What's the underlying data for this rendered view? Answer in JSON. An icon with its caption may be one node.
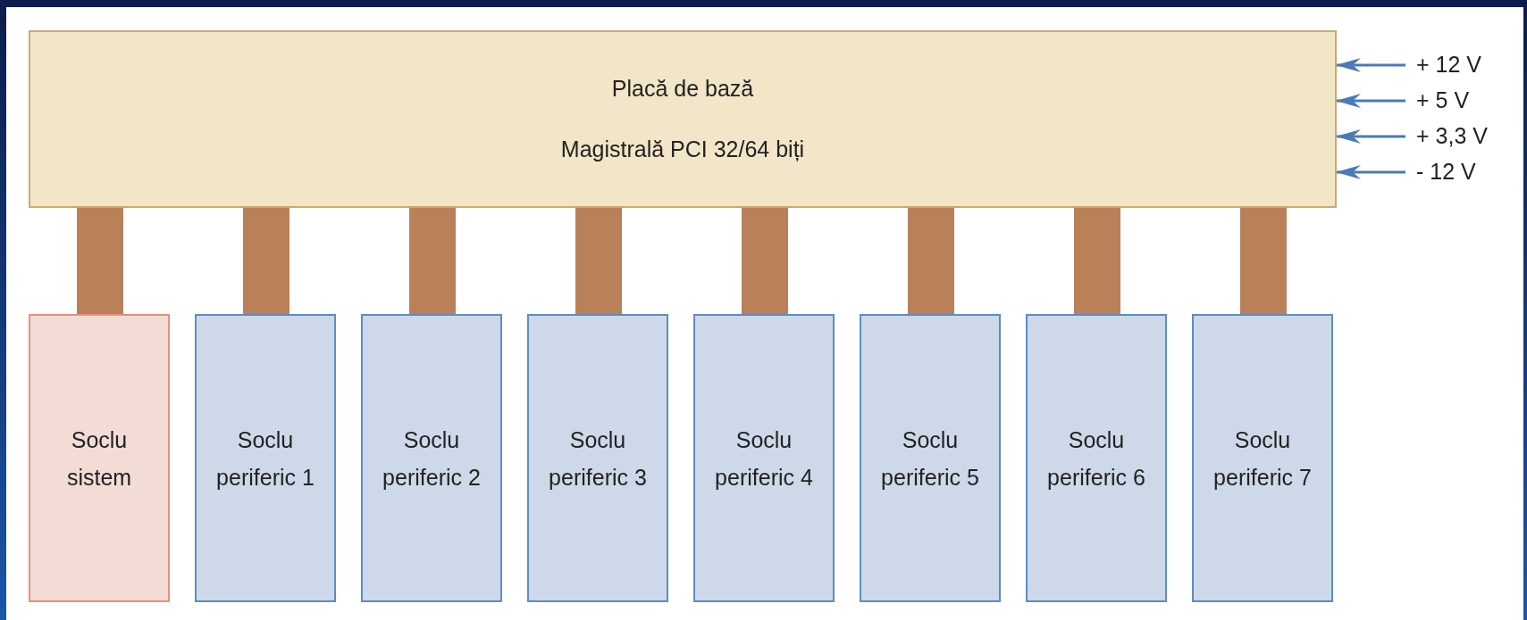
{
  "diagram": {
    "nodes": [
      {
        "text": [
          "Placă de bază",
          "Magistrală PCI 32/64 biți"
        ]
      },
      {
        "text": [
          "Soclu sistem"
        ]
      },
      {
        "text": [
          "Soclu periferic 1"
        ]
      },
      {
        "text": [
          "Soclu periferic 2"
        ]
      },
      {
        "text": [
          "Soclu periferic 3"
        ]
      },
      {
        "text": [
          "Soclu periferic 4"
        ]
      },
      {
        "text": [
          "Soclu periferic 5"
        ]
      },
      {
        "text": [
          "Soclu periferic 6"
        ]
      },
      {
        "text": [
          "Soclu periferic 7"
        ]
      },
      {
        "text": [
          "+ 12 V"
        ]
      },
      {
        "text": [
          "+ 5 V"
        ]
      },
      {
        "text": [
          "+ 3,3 V"
        ]
      },
      {
        "text": [
          "- 12 V"
        ]
      }
    ],
    "edges": [
      {
        "from": 0,
        "to": 1,
        "arrow": "none"
      },
      {
        "from": 0,
        "to": 2,
        "arrow": "none"
      },
      {
        "from": 0,
        "to": 3,
        "arrow": "none"
      },
      {
        "from": 0,
        "to": 4,
        "arrow": "none"
      },
      {
        "from": 0,
        "to": 5,
        "arrow": "none"
      },
      {
        "from": 0,
        "to": 6,
        "arrow": "none"
      },
      {
        "from": 0,
        "to": 7,
        "arrow": "none"
      },
      {
        "from": 0,
        "to": 8,
        "arrow": "none"
      },
      {
        "from": 9,
        "to": 0,
        "arrow": "to",
        "color": "#4a7ab8"
      },
      {
        "from": 10,
        "to": 0,
        "arrow": "to",
        "color": "#4a7ab8"
      },
      {
        "from": 11,
        "to": 0,
        "arrow": "to",
        "color": "#4a7ab8"
      },
      {
        "from": 12,
        "to": 0,
        "arrow": "to",
        "color": "#4a7ab8"
      }
    ]
  }
}
